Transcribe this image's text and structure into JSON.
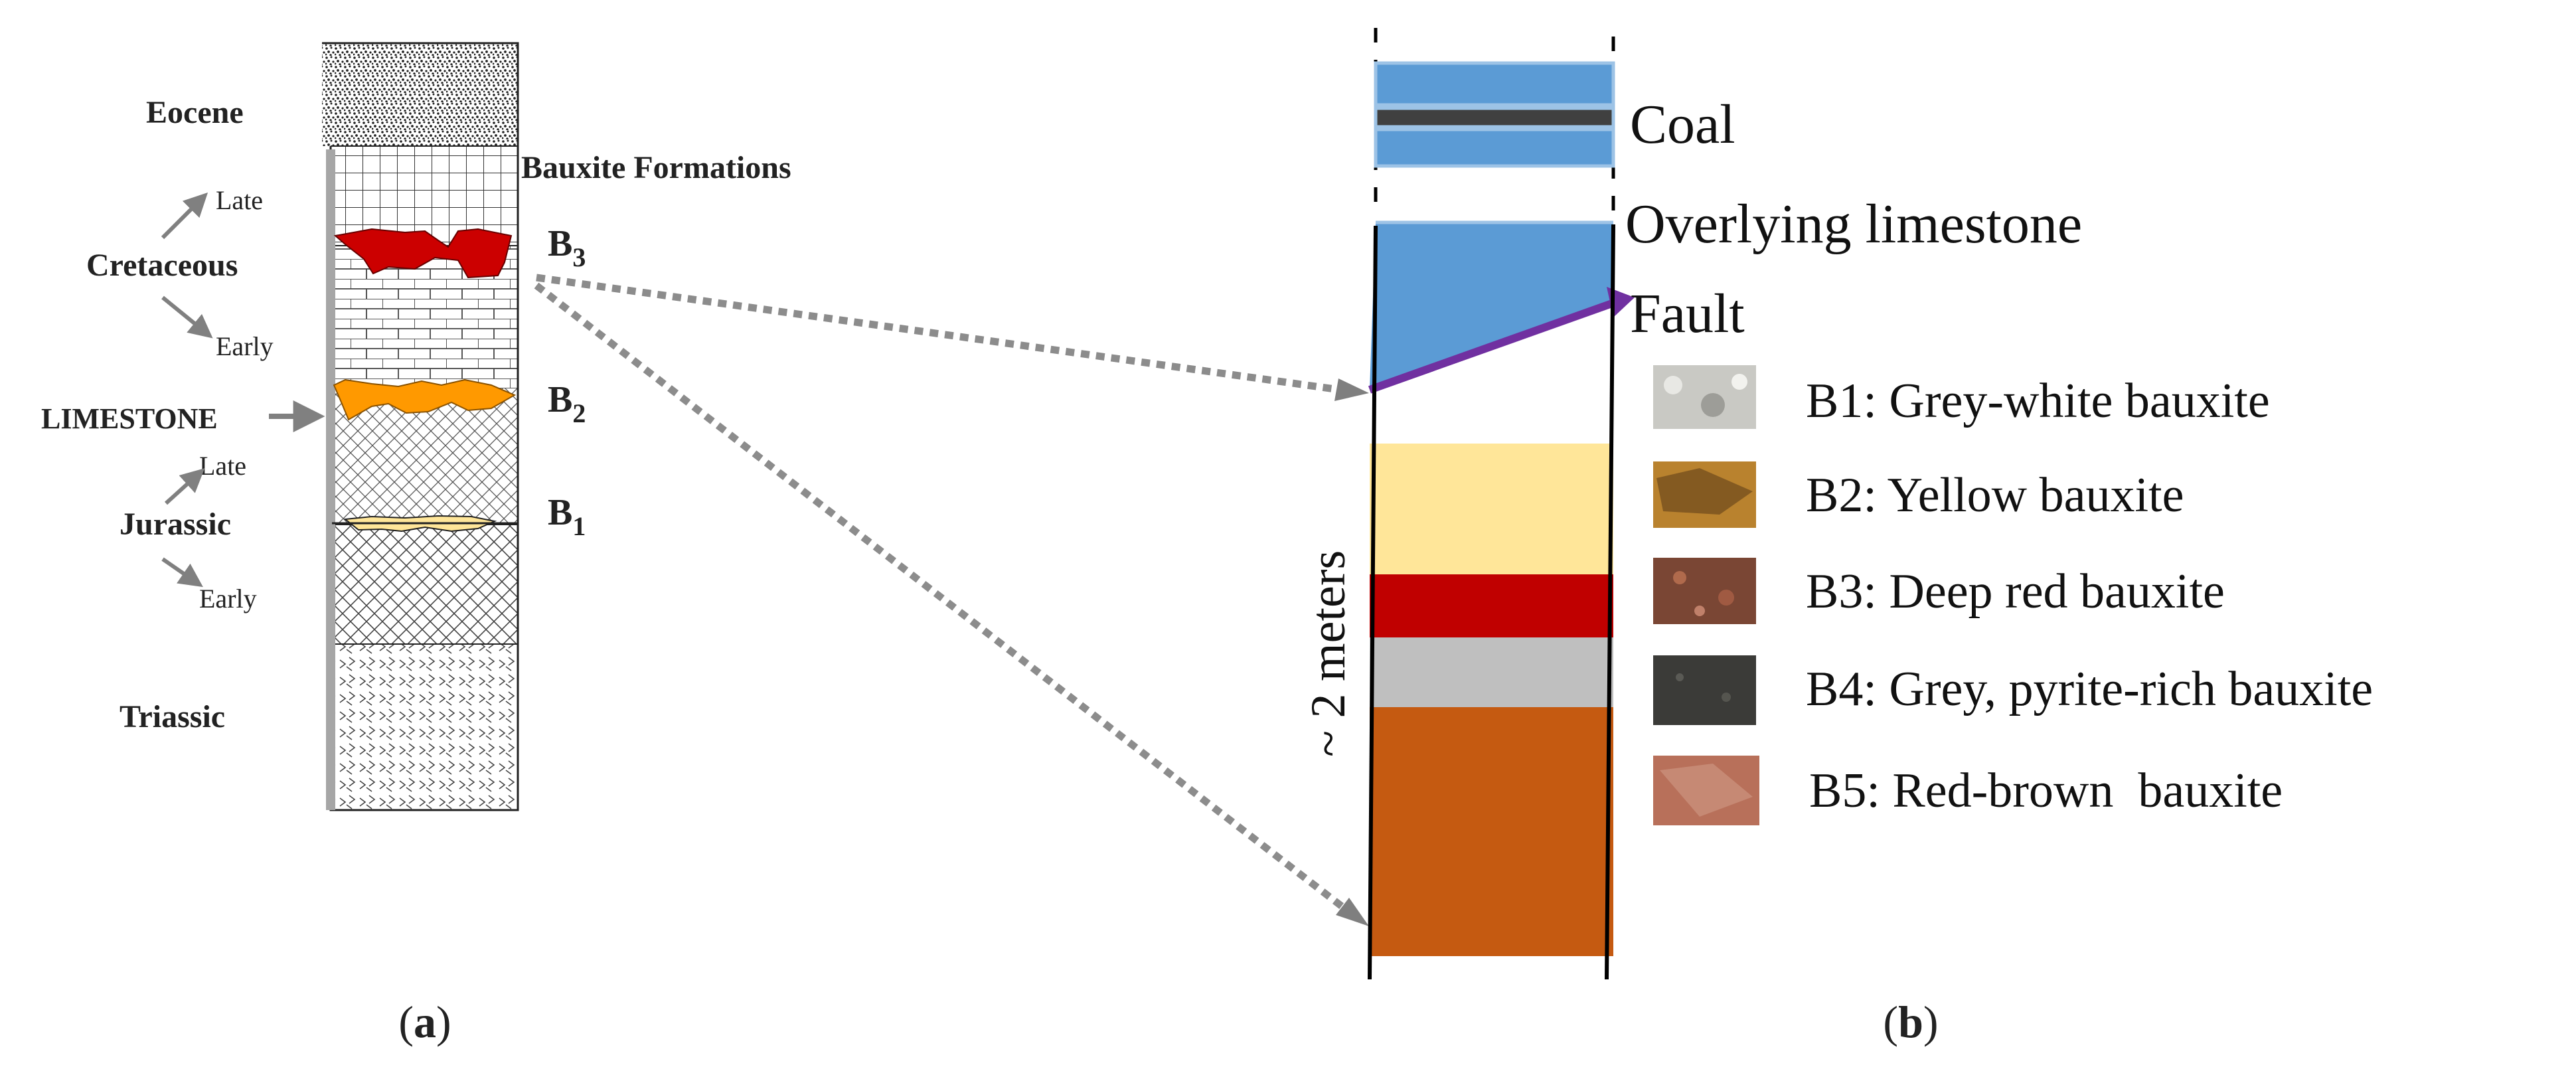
{
  "panel_a": {
    "epochs": {
      "eocene": "Eocene",
      "cretaceous": "Cretaceous",
      "jurassic": "Jurassic",
      "triassic": "Triassic",
      "late": "Late",
      "early": "Early"
    },
    "limestone_label": "LIMESTONE",
    "bauxite_formations_label": "Bauxite Formations",
    "horizons": [
      {
        "main": "B",
        "sub": "3"
      },
      {
        "main": "B",
        "sub": "2"
      },
      {
        "main": "B",
        "sub": "1"
      }
    ],
    "caption": {
      "open": "(",
      "letter": "a",
      "close": ")"
    }
  },
  "panel_b": {
    "labels": {
      "coal": "Coal",
      "overlying_limestone": "Overlying limestone",
      "fault": "Fault",
      "thickness": "~ 2 meters"
    },
    "legend": [
      {
        "label": "B1: Grey-white bauxite",
        "color": "#c9c9c4"
      },
      {
        "label": "B2: Yellow bauxite",
        "color": "#b9822e"
      },
      {
        "label": "B3: Deep red bauxite",
        "color": "#7a4634"
      },
      {
        "label": "B4: Grey, pyrite-rich bauxite",
        "color": "#3b3b38"
      },
      {
        "label": "B5: Red-brown  bauxite",
        "color": "#b8705a"
      }
    ],
    "layer_colors": {
      "limestone": "#5b9bd5",
      "coal": "#404040",
      "fault": "#7030a0",
      "yellow": "#ffe699",
      "red": "#c00000",
      "grey": "#bfbfbf",
      "orange_brown": "#c55a11"
    },
    "caption": {
      "open": "(",
      "letter": "b",
      "close": ")"
    }
  }
}
